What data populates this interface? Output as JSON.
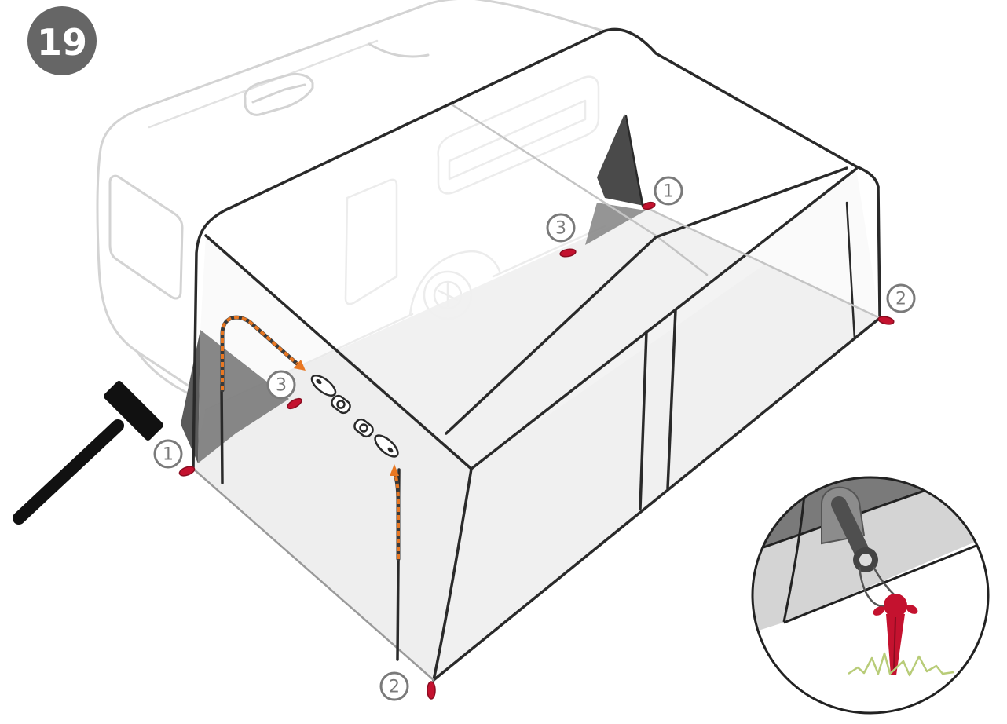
{
  "step": {
    "number": "19"
  },
  "callouts": [
    {
      "label": "1"
    },
    {
      "label": "3"
    },
    {
      "label": "3"
    },
    {
      "label": "1"
    },
    {
      "label": "2"
    },
    {
      "label": "2"
    }
  ],
  "colors": {
    "badge": "#666666",
    "peg": "#c4122f",
    "arrow": "#e87722",
    "frame": "#2a2a2a",
    "caravan": "#d3d3d3",
    "floor": "#e9e9e9",
    "panel": "#5a5a5a",
    "grass": "#b8cc78"
  },
  "icons": {
    "tool": "hammer-icon",
    "detail": "peg-detail-magnifier"
  }
}
